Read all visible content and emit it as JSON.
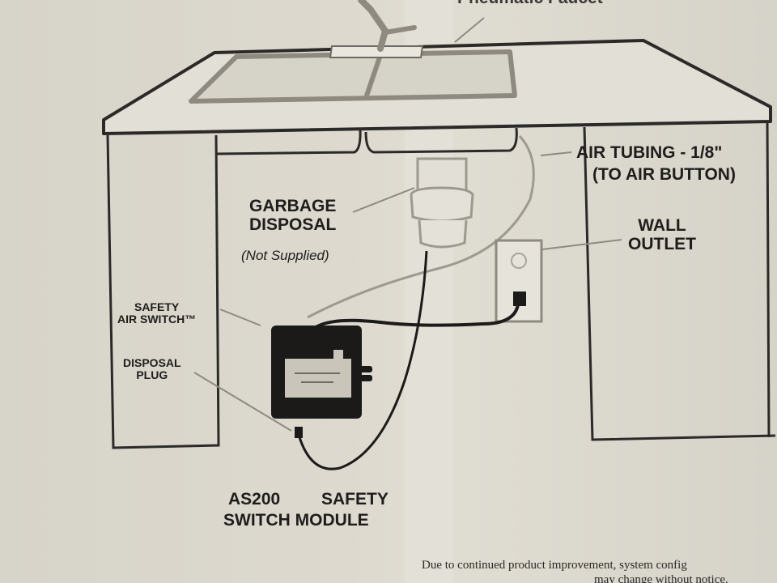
{
  "labels": {
    "top_partial": "Pneumatic Faucet",
    "garbage_disposal": "GARBAGE\nDISPOSAL",
    "not_supplied": "(Not Supplied)",
    "air_tubing": "AIR TUBING - 1/8\"",
    "to_air_button": "(TO AIR BUTTON)",
    "wall_outlet": "WALL\nOUTLET",
    "safety_air_switch": "SAFETY\nAIR SWITCH™",
    "disposal_plug": "DISPOSAL\nPLUG",
    "module_title_line1_a": "AS200",
    "module_title_line1_b": "SAFETY",
    "module_title_line2": "SWITCH MODULE"
  },
  "footer": {
    "line1": "Due to continued product improvement, system config",
    "line2": "may change without notice."
  },
  "colors": {
    "line": "#2b2a28",
    "paper": "#dcd9cf",
    "module": "#1b1a19"
  }
}
